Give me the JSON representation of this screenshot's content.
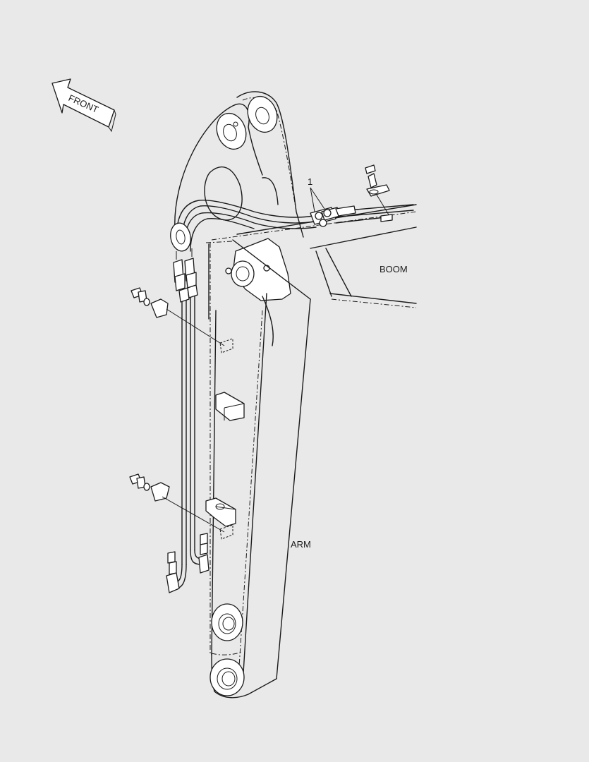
{
  "diagram": {
    "direction_arrow": {
      "label": "FRONT"
    },
    "labels": {
      "boom": "BOOM",
      "arm": "ARM",
      "callout_1": "1"
    }
  }
}
